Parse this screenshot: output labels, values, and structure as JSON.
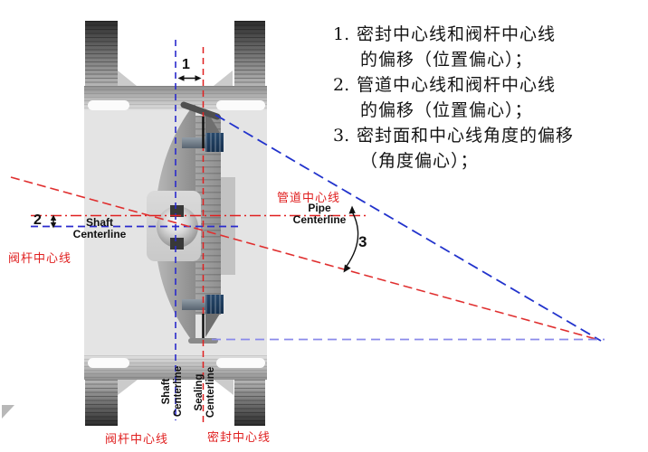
{
  "notes": {
    "items": [
      {
        "num": "1.",
        "line1": "密封中心线和阀杆中心线",
        "line2": "的偏移（位置偏心）；"
      },
      {
        "num": "2.",
        "line1": "管道中心线和阀杆中心线",
        "line2": "的偏移（位置偏心）；"
      },
      {
        "num": "3.",
        "line1": "密封面和中心线角度的偏移",
        "line2": "（角度偏心）；"
      }
    ]
  },
  "diagram": {
    "dim_labels": {
      "offset1": "1",
      "offset2": "2",
      "offset3": "3"
    },
    "shaft_centerline_left": {
      "line1": "Shaft",
      "line2": "Centerline"
    },
    "pipe_centerline": {
      "line1": "Pipe",
      "line2": "Centerline"
    },
    "pipe_centerline_cn": "管道中心线",
    "stem_centerline_cn_left": "阀杆中心线",
    "shaft_centerline_bottom": {
      "line1": "Shaft",
      "line2": "Centerline"
    },
    "sealing_centerline_bottom": {
      "line1": "Sealing",
      "line2": "Centerline"
    },
    "stem_centerline_cn_bottom": "阀杆中心线",
    "sealing_centerline_cn_bottom": "密封中心线"
  },
  "colors": {
    "centerline_red": "#e02020",
    "centerline_blue": "#2a2acc",
    "centerline_lavender": "#8a8aea",
    "label_red": "#e02020"
  }
}
